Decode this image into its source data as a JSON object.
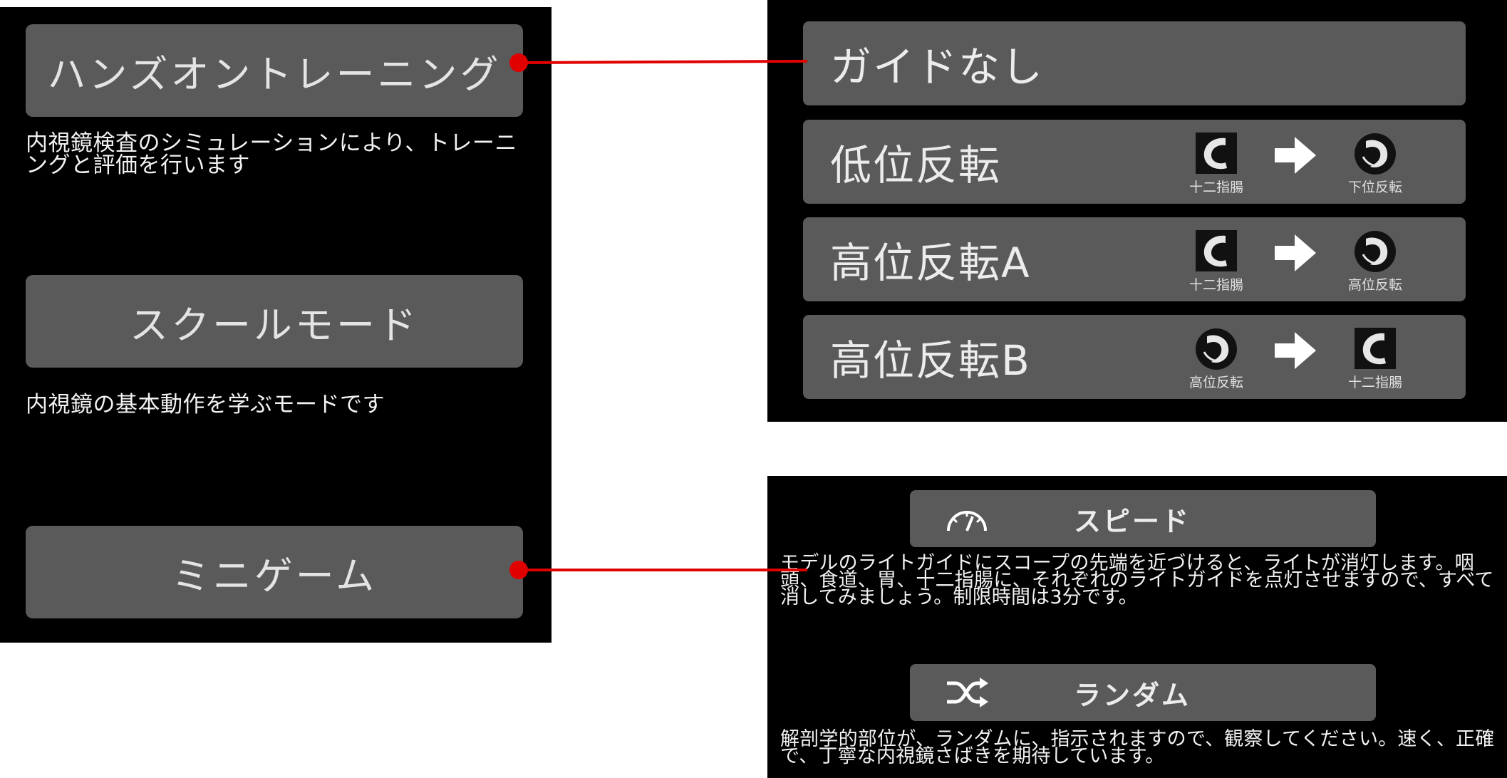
{
  "left_menu": {
    "hands_on": {
      "label": "ハンズオントレーニング",
      "desc": "内視鏡検査のシミュレーションにより、トレーニングと評価を行います"
    },
    "school": {
      "label": "スクールモード",
      "desc": "内視鏡の基本動作を学ぶモードです"
    },
    "minigame": {
      "label": "ミニゲーム"
    }
  },
  "guide_menu": {
    "items": [
      {
        "label": "ガイドなし"
      },
      {
        "label": "低位反転",
        "from": "十二指腸",
        "to": "下位反転"
      },
      {
        "label": "高位反転A",
        "from": "十二指腸",
        "to": "高位反転"
      },
      {
        "label": "高位反転B",
        "from": "高位反転",
        "to": "十二指腸"
      }
    ]
  },
  "game_menu": {
    "speed": {
      "label": "スピード",
      "icon": "speedometer-icon",
      "desc": "モデルのライトガイドにスコープの先端を近づけると、ライトが消灯します。咽頭、食道、胃、十二指腸に、それぞれのライトガイドを点灯させますので、すべて消してみましょう。制限時間は3分です。"
    },
    "random": {
      "label": "ランダム",
      "icon": "shuffle-icon",
      "desc": "解剖学的部位が、ランダムに、指示されますので、観察してください。速く、正確で、丁寧な内視鏡さばきを期待しています。"
    }
  },
  "colors": {
    "connector": "#e00000",
    "button": "#5a5a5a",
    "background": "#000000"
  }
}
